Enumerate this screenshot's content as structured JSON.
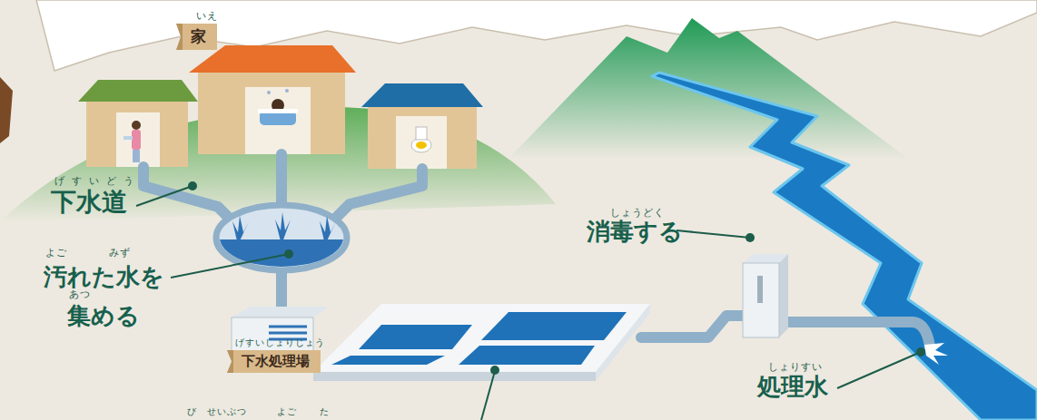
{
  "diagram": {
    "nodes": [
      {
        "text": [
          "家"
        ]
      },
      {
        "text": [
          "下水処理場"
        ]
      }
    ],
    "labels": [
      "いえ",
      "げすいどう",
      "下水道",
      "よご",
      "みず",
      "汚れた水を 集める",
      "あつ",
      "げすいしょりじょう",
      "しょうどく",
      "消毒する",
      "しょりすい",
      "処理水",
      "び",
      "せいぶつ",
      "よご",
      "た"
    ]
  }
}
